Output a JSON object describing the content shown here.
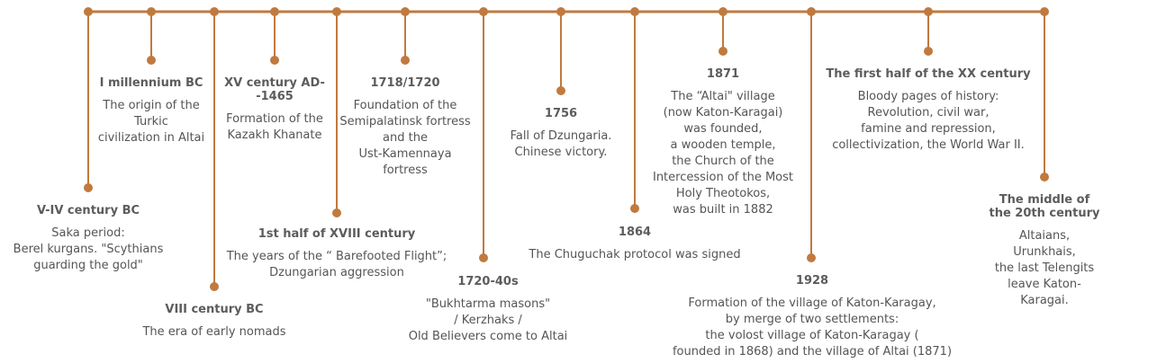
{
  "colors": {
    "line": "#c07a3f",
    "title": "#5c5c5c",
    "text": "#555555"
  },
  "events": [
    {
      "title": "V-IV century BC",
      "desc": "Saka period:\nBerel kurgans. \"Scythians\nguarding the gold\""
    },
    {
      "title": "I millennium BC",
      "desc": "The origin of the\nTurkic\ncivilization in Altai"
    },
    {
      "title": "VIII century BC",
      "desc": "The era of early nomads"
    },
    {
      "title": "XV century AD-\n-1465",
      "desc": "Formation of the\nKazakh Khanate"
    },
    {
      "title": "1st half of XVIII century",
      "desc": "The years of the “ Barefooted Flight”;\nDzungarian aggression"
    },
    {
      "title": "1718/1720",
      "desc": "Foundation of the\nSemipalatinsk fortress\nand  the\nUst-Kamennaya\nfortress"
    },
    {
      "title": "1720-40s",
      "desc": "\"Bukhtarma masons\"\n/ Kerzhaks /\nOld Believers come to Altai"
    },
    {
      "title": "1756",
      "desc": "Fall of Dzungaria.\nChinese victory."
    },
    {
      "title": "1864",
      "desc": "The Chuguchak protocol was signed"
    },
    {
      "title": "1871",
      "desc": "The “Altai\" village\n(now Katon-Karagai)\nwas founded,\na wooden temple,\nthe Church of the\nIntercession of the Most\nHoly Theotokos,\nwas built in 1882"
    },
    {
      "title": "1928",
      "desc": "Formation of the village of Katon-Karagay,\nby merge of two settlements:\nthe volost village of Katon-Karagay (\nfounded in 1868) and the village of Altai (1871)"
    },
    {
      "title": "The first half of the XX century",
      "desc": "Bloody pages of history:\nRevolution, civil war,\nfamine and repression,\ncollectivization, the World War II."
    },
    {
      "title": "The middle of the 20th century",
      "desc": "Altaians, Urunkhais,\nthe last Telengits\nleave Katon-Karagai."
    }
  ]
}
